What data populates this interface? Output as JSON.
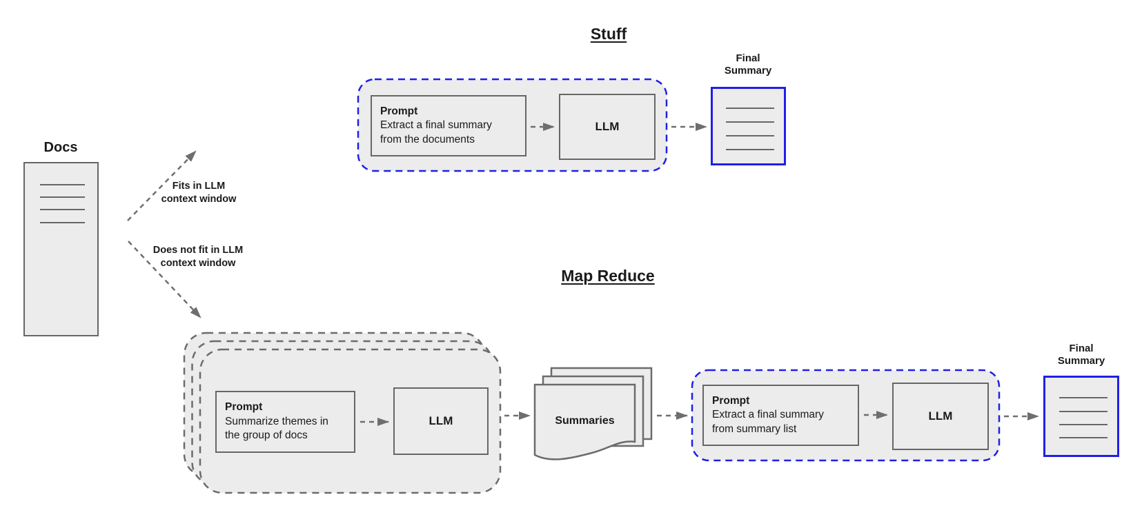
{
  "colors": {
    "fill": "#ececec",
    "stroke": "#666666",
    "stroke2": "#6b6b6b",
    "blue": "#1f1fe8",
    "arrow": "#6e6e6e",
    "text": "#1a1a1a",
    "bg": "#ffffff"
  },
  "docs": {
    "label": "Docs"
  },
  "branches": {
    "fits": {
      "line1": "Fits in LLM",
      "line2": "context window"
    },
    "not_fit": {
      "line1": "Does not fit in LLM",
      "line2": "context window"
    }
  },
  "stuff": {
    "title": "Stuff",
    "prompt": {
      "title": "Prompt",
      "line1": "Extract a final summary",
      "line2": "from the documents"
    },
    "llm_label": "LLM",
    "final": {
      "line1": "Final",
      "line2": "Summary"
    }
  },
  "map_reduce": {
    "title": "Map Reduce",
    "map_prompt": {
      "title": "Prompt",
      "line1": "Summarize themes in",
      "line2": "the group of docs"
    },
    "map_llm_label": "LLM",
    "summaries_label": "Summaries",
    "reduce_prompt": {
      "title": "Prompt",
      "line1": "Extract a final summary",
      "line2": "from summary list"
    },
    "reduce_llm_label": "LLM",
    "final": {
      "line1": "Final",
      "line2": "Summary"
    }
  }
}
